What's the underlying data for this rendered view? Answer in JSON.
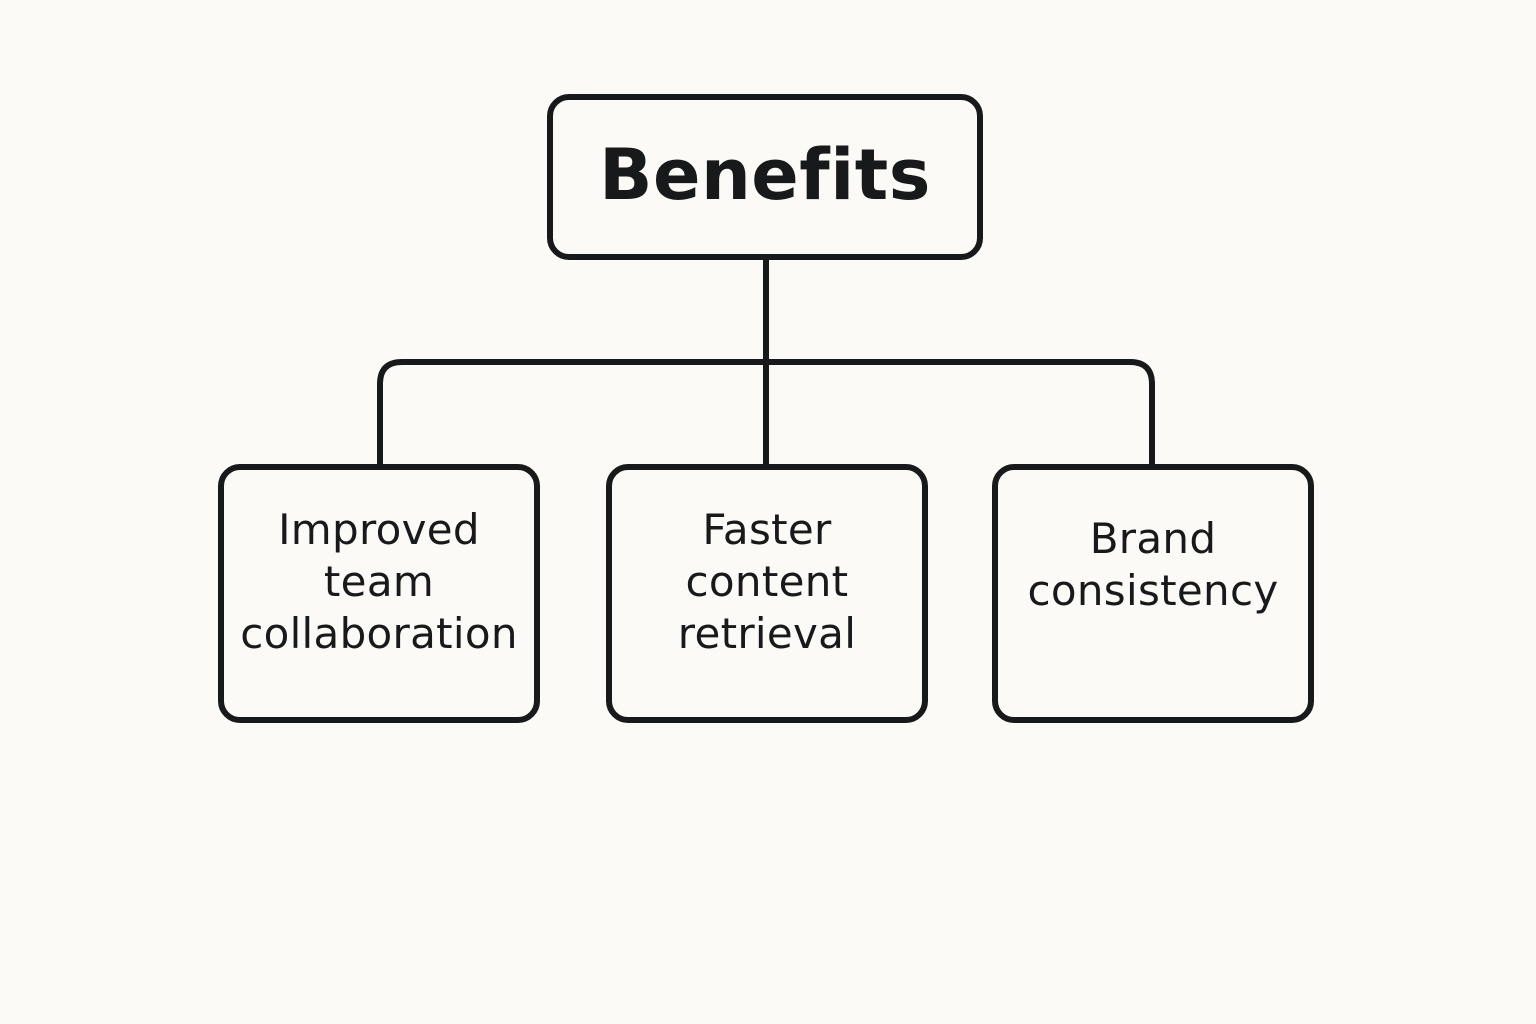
{
  "diagram": {
    "root": {
      "label": "Benefits"
    },
    "children": [
      {
        "label": "Improved\nteam\ncollaboration"
      },
      {
        "label": "Faster\ncontent\nretrieval"
      },
      {
        "label": "Brand\nconsistency"
      }
    ]
  },
  "colors": {
    "background": "#fbfaf6",
    "stroke": "#17191b",
    "text": "#17191b"
  }
}
